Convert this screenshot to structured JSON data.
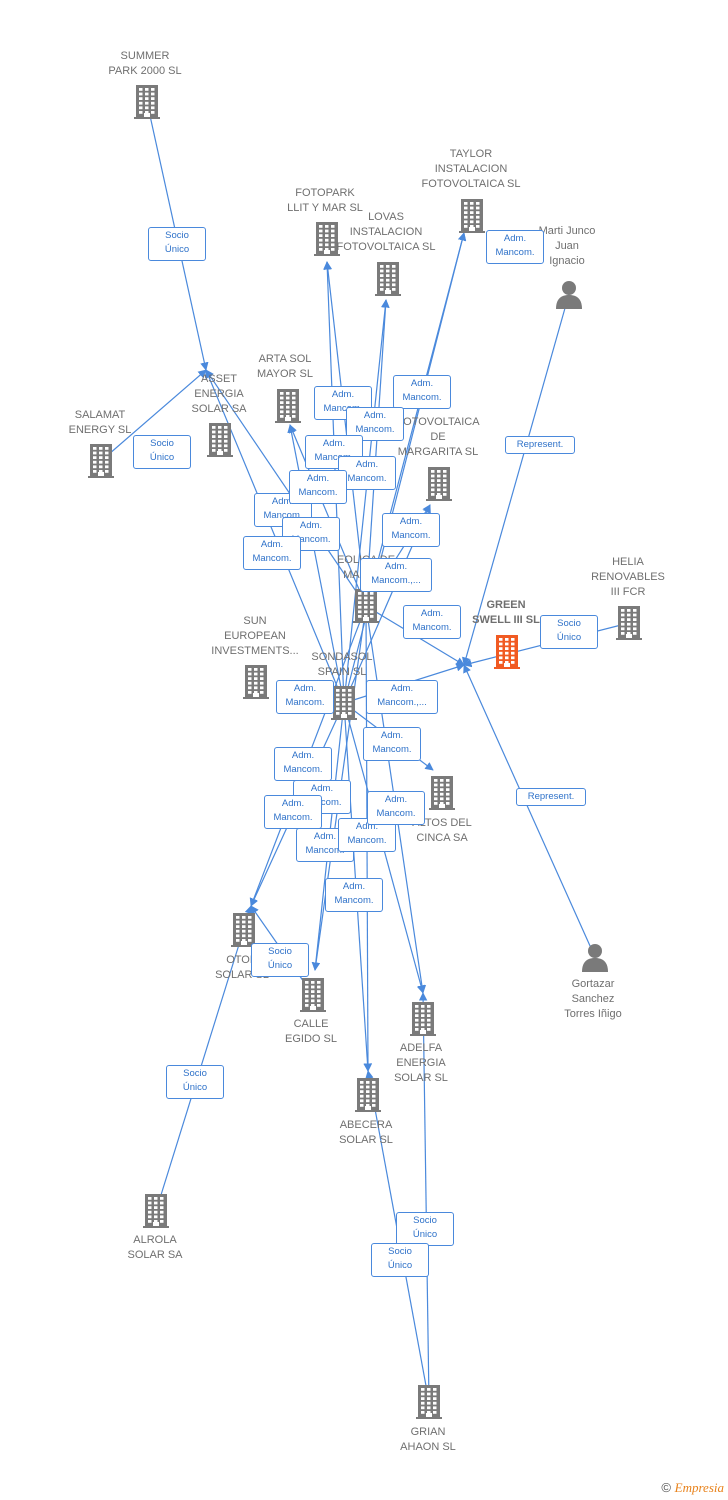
{
  "colors": {
    "edge": "#4a89dc",
    "company": "#7a7a7a",
    "main_company": "#f15a22",
    "person": "#7a7a7a"
  },
  "nodes": [
    {
      "id": "summer",
      "label": "SUMMER\nPARK 2000  SL",
      "type": "company-icon"
    },
    {
      "id": "taylor",
      "label": "TAYLOR\nINSTALACION\nFOTOVOLTAICA SL",
      "type": "company-icon"
    },
    {
      "id": "fotopark",
      "label": "FOTOPARK\nLLIT Y MAR SL",
      "type": "company-icon"
    },
    {
      "id": "lovas",
      "label": "LOVAS\nINSTALACION\nFOTOVOLTAICA SL",
      "type": "company-icon"
    },
    {
      "id": "marti",
      "label": "Marti Junco\nJuan\nIgnacio",
      "type": "person-icon"
    },
    {
      "id": "arta",
      "label": "ARTA SOL\nMAYOR SL",
      "type": "company-icon"
    },
    {
      "id": "asset",
      "label": "ASSET\nENERGIA\nSOLAR SA",
      "type": "company-icon"
    },
    {
      "id": "salamat",
      "label": "SALAMAT\nENERGY  SL",
      "type": "company-icon"
    },
    {
      "id": "margarita",
      "label": "FOTOVOLTAICA\nDE\nMARGARITA SL",
      "type": "company-icon"
    },
    {
      "id": "helia",
      "label": "HELIA\nRENOVABLES\nIII FCR",
      "type": "company-icon"
    },
    {
      "id": "eolica",
      "label": "EOLICA DE\nMALAGA",
      "type": "company-icon"
    },
    {
      "id": "green",
      "label": "GREEN\nSWELL III  SL",
      "type": "main-company-icon"
    },
    {
      "id": "sun",
      "label": "SUN\nEUROPEAN\nINVESTMENTS...",
      "type": "company-icon"
    },
    {
      "id": "sondasol",
      "label": "SONDASOL\nSPAIN  SL",
      "type": "company-icon"
    },
    {
      "id": "altos",
      "label": "ALTOS DEL\nCINCA SA",
      "type": "company-icon"
    },
    {
      "id": "oton",
      "label": "OTON\nSOLAR SL",
      "type": "company-icon"
    },
    {
      "id": "calle",
      "label": "CALLE\nEGIDO SL",
      "type": "company-icon"
    },
    {
      "id": "adelfa",
      "label": "ADELFA\nENERGIA\nSOLAR SL",
      "type": "company-icon"
    },
    {
      "id": "abecera",
      "label": "ABECERA\nSOLAR SL",
      "type": "company-icon"
    },
    {
      "id": "gortazar",
      "label": "Gortazar\nSanchez\nTorres Iñigo",
      "type": "person-icon"
    },
    {
      "id": "alrola",
      "label": "ALROLA\nSOLAR SA",
      "type": "company-icon"
    },
    {
      "id": "grian",
      "label": "GRIAN\nAHAON SL",
      "type": "company-icon"
    }
  ],
  "edges": [
    {
      "from": "summer",
      "to": "asset",
      "label": "Socio\nÚnico"
    },
    {
      "from": "salamat",
      "to": "asset",
      "label": "Socio\nÚnico"
    },
    {
      "from": "marti",
      "to": "green",
      "label": "Represent."
    },
    {
      "from": "gortazar",
      "to": "green",
      "label": "Represent."
    },
    {
      "from": "helia",
      "to": "green",
      "label": "Socio\nÚnico"
    },
    {
      "from": "alrola",
      "to": "oton",
      "label": "Socio\nÚnico"
    },
    {
      "from": "grian",
      "to": "adelfa",
      "label": "Socio\nÚnico"
    },
    {
      "from": "grian",
      "to": "abecera",
      "label": "Socio\nÚnico"
    },
    {
      "from": "calle",
      "to": "oton",
      "label": "Socio\nÚnico"
    },
    {
      "from": "eolica",
      "to": "taylor",
      "label": "Adm.\nMancom."
    },
    {
      "from": "eolica",
      "to": "fotopark",
      "label": "Adm.\nMancom."
    },
    {
      "from": "eolica",
      "to": "lovas",
      "label": "Adm.\nMancom."
    },
    {
      "from": "eolica",
      "to": "arta",
      "label": "Adm.\nMancom."
    },
    {
      "from": "eolica",
      "to": "asset",
      "label": "Adm.\nMancom."
    },
    {
      "from": "eolica",
      "to": "margarita",
      "label": "Adm.\nMancom."
    },
    {
      "from": "eolica",
      "to": "green",
      "label": "Adm.\nMancom."
    },
    {
      "from": "eolica",
      "to": "oton",
      "label": "Adm.\nMancom."
    },
    {
      "from": "eolica",
      "to": "calle",
      "label": "Adm.\nMancom."
    },
    {
      "from": "eolica",
      "to": "adelfa",
      "label": "Adm.\nMancom."
    },
    {
      "from": "eolica",
      "to": "abecera",
      "label": "Adm.\nMancom."
    },
    {
      "from": "sondasol",
      "to": "taylor",
      "label": "Adm.\nMancom."
    },
    {
      "from": "sondasol",
      "to": "fotopark",
      "label": "Adm.\nMancom."
    },
    {
      "from": "sondasol",
      "to": "lovas",
      "label": "Adm.\nMancom."
    },
    {
      "from": "sondasol",
      "to": "arta",
      "label": "Adm.\nMancom."
    },
    {
      "from": "sondasol",
      "to": "asset",
      "label": "Adm.\nMancom."
    },
    {
      "from": "sondasol",
      "to": "margarita",
      "label": "Adm.\nMancom."
    },
    {
      "from": "sondasol",
      "to": "green",
      "label": "Adm.\nMancom.,..."
    },
    {
      "from": "sondasol",
      "to": "altos",
      "label": "Adm.\nMancom.,..."
    },
    {
      "from": "sondasol",
      "to": "oton",
      "label": "Adm.\nMancom."
    },
    {
      "from": "sondasol",
      "to": "calle",
      "label": "Adm.\nMancom."
    },
    {
      "from": "sondasol",
      "to": "adelfa",
      "label": "Adm.\nMancom."
    },
    {
      "from": "sondasol",
      "to": "abecera",
      "label": "Adm.\nMancom."
    }
  ],
  "footer": {
    "copyright": "©",
    "brand": "Empresia"
  }
}
